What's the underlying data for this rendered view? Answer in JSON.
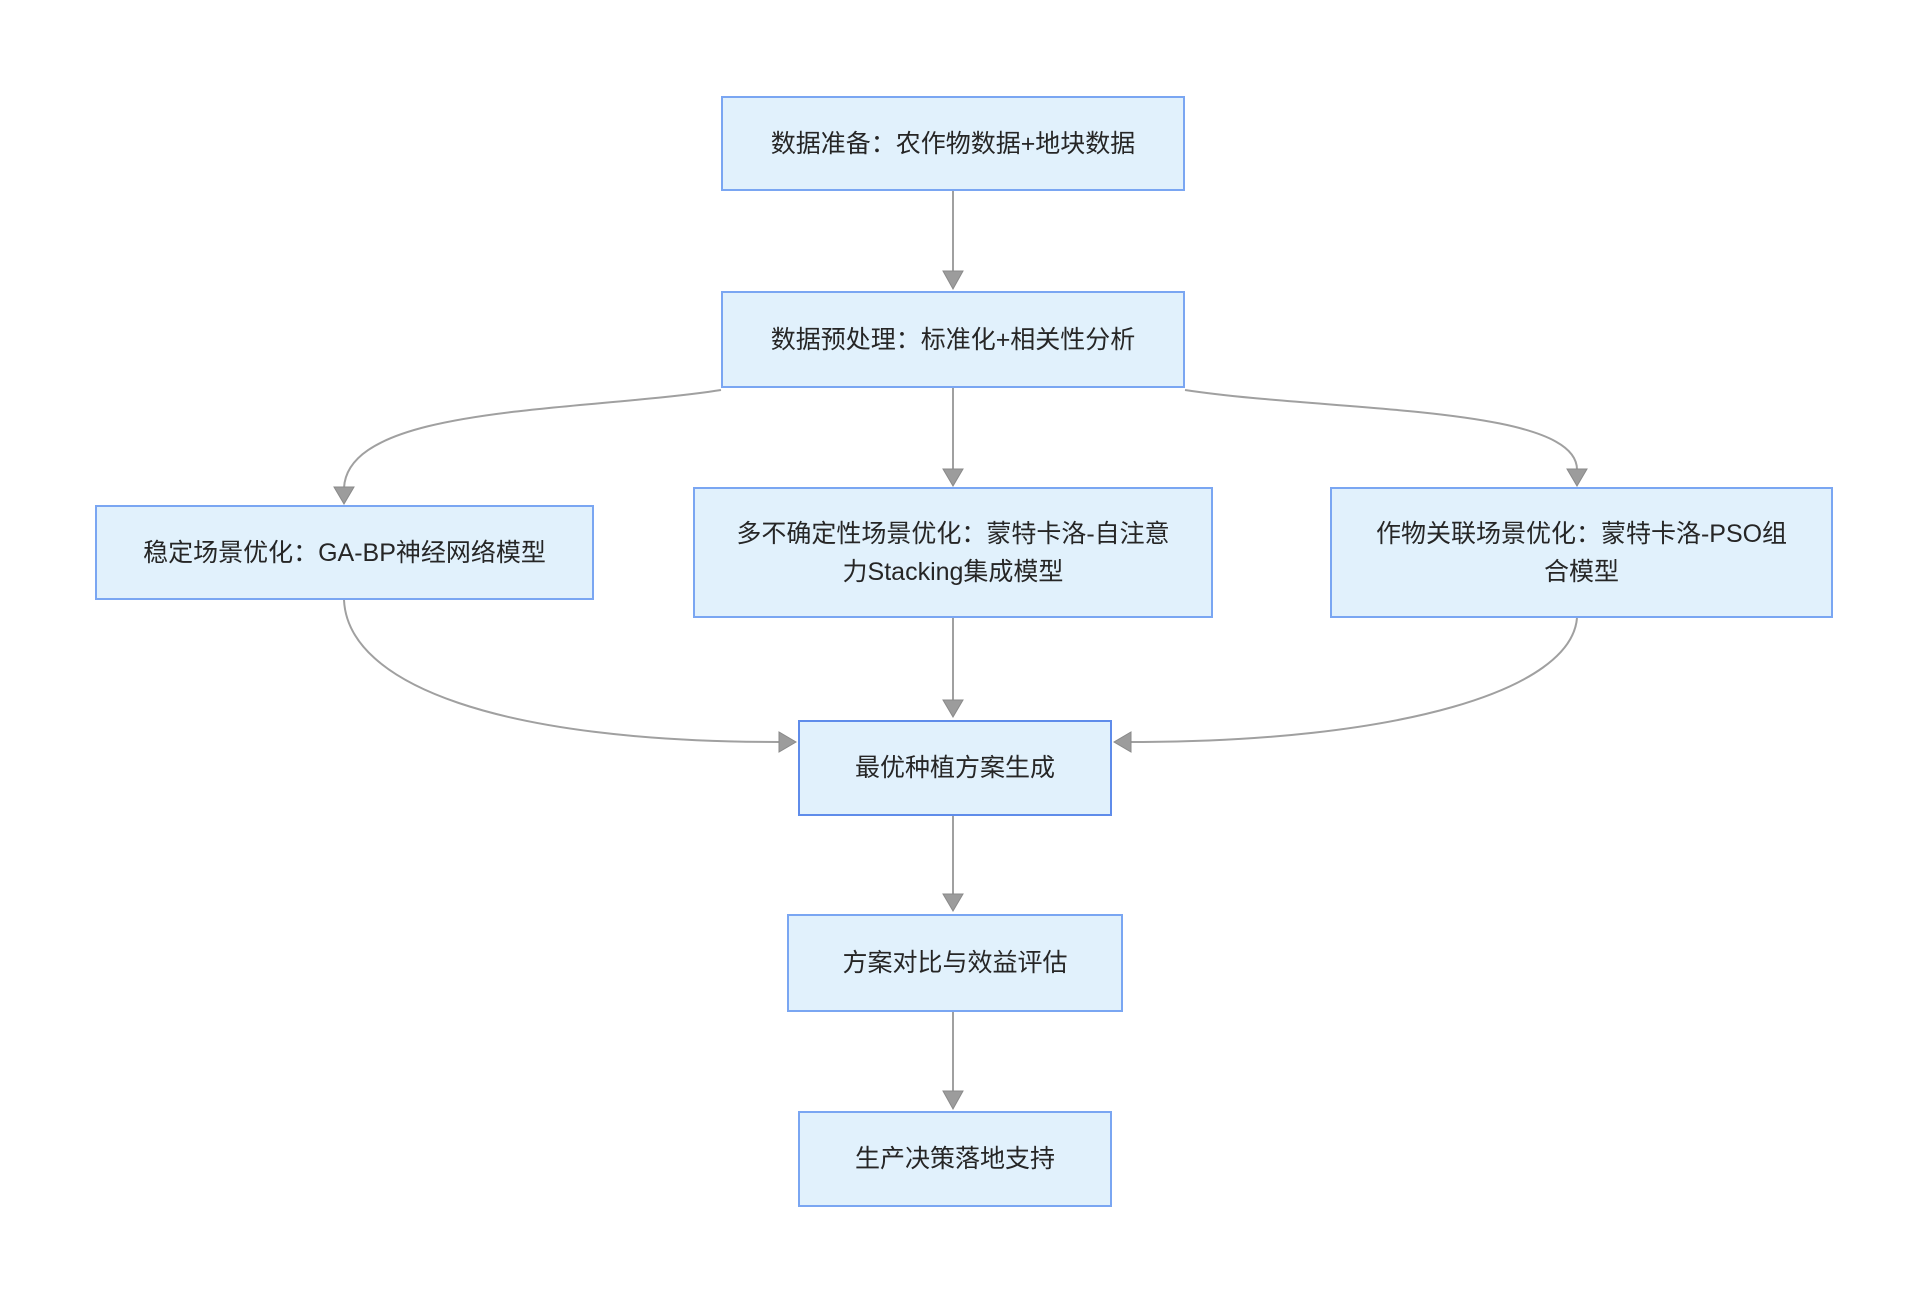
{
  "diagram": {
    "type": "flowchart",
    "direction": "top-down",
    "colors": {
      "background": "#ffffff",
      "node_fill": "#e1f1fc",
      "node_border": "#7aa6f2",
      "highlight_node_border": "#5f8cea",
      "edge": "#a0a0a0",
      "text": "#262626"
    },
    "nodes": [
      {
        "id": "data-prep",
        "label": "数据准备：农作物数据+地块数据"
      },
      {
        "id": "preprocess",
        "label": "数据预处理：标准化+相关性分析"
      },
      {
        "id": "stable",
        "label": "稳定场景优化：GA-BP神经网络模型"
      },
      {
        "id": "uncertain",
        "label": "多不确定性场景优化：蒙特卡洛-自注意力Stacking集成模型"
      },
      {
        "id": "crop-assoc",
        "label": "作物关联场景优化：蒙特卡洛-PSO组合模型"
      },
      {
        "id": "optimal",
        "label": "最优种植方案生成"
      },
      {
        "id": "evaluate",
        "label": "方案对比与效益评估"
      },
      {
        "id": "decision",
        "label": "生产决策落地支持"
      }
    ],
    "edges": [
      {
        "from": "data-prep",
        "to": "preprocess"
      },
      {
        "from": "preprocess",
        "to": "stable"
      },
      {
        "from": "preprocess",
        "to": "uncertain"
      },
      {
        "from": "preprocess",
        "to": "crop-assoc"
      },
      {
        "from": "stable",
        "to": "optimal"
      },
      {
        "from": "uncertain",
        "to": "optimal"
      },
      {
        "from": "crop-assoc",
        "to": "optimal"
      },
      {
        "from": "optimal",
        "to": "evaluate"
      },
      {
        "from": "evaluate",
        "to": "decision"
      }
    ]
  }
}
